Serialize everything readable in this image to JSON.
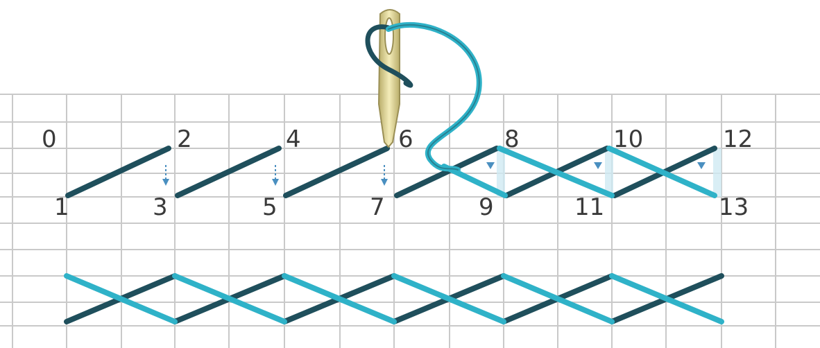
{
  "diagram": {
    "top_labels": [
      "0",
      "2",
      "4",
      "6",
      "8",
      "10",
      "12"
    ],
    "bottom_labels": [
      "1",
      "3",
      "5",
      "7",
      "9",
      "11",
      "13"
    ]
  },
  "colors": {
    "grid": "#c9c9c9",
    "dark_thread": "#1f4f5c",
    "light_thread": "#2fb2c8",
    "needle": "#e6d98f",
    "arrow": "#4a8fc0"
  }
}
